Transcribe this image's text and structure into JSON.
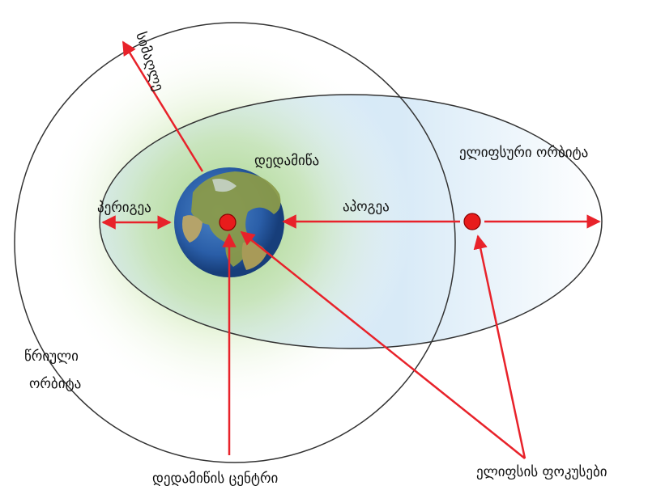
{
  "labels": {
    "radius": "სიმაღლე",
    "earth": "დედამიწა",
    "elliptical_orbit": "ელიფსური ორბიტა",
    "perigee": "პერიგეა",
    "apogee": "აპოგეა",
    "circular_orbit_line1": "წრიული",
    "circular_orbit_line2": "ორბიტა",
    "earth_center": "დედამიწის ცენტრი",
    "ellipse_foci": "ელიფსის ფოკუსები"
  },
  "colors": {
    "arrow": "#e8222a",
    "orbit_stroke": "#333333",
    "ellipse_fill": "#d6e9f7",
    "green_glow": "#9fd17a",
    "ocean": "#2a5ea8",
    "land": "#8a9a4a",
    "focus_dot": "#e81c1c"
  }
}
